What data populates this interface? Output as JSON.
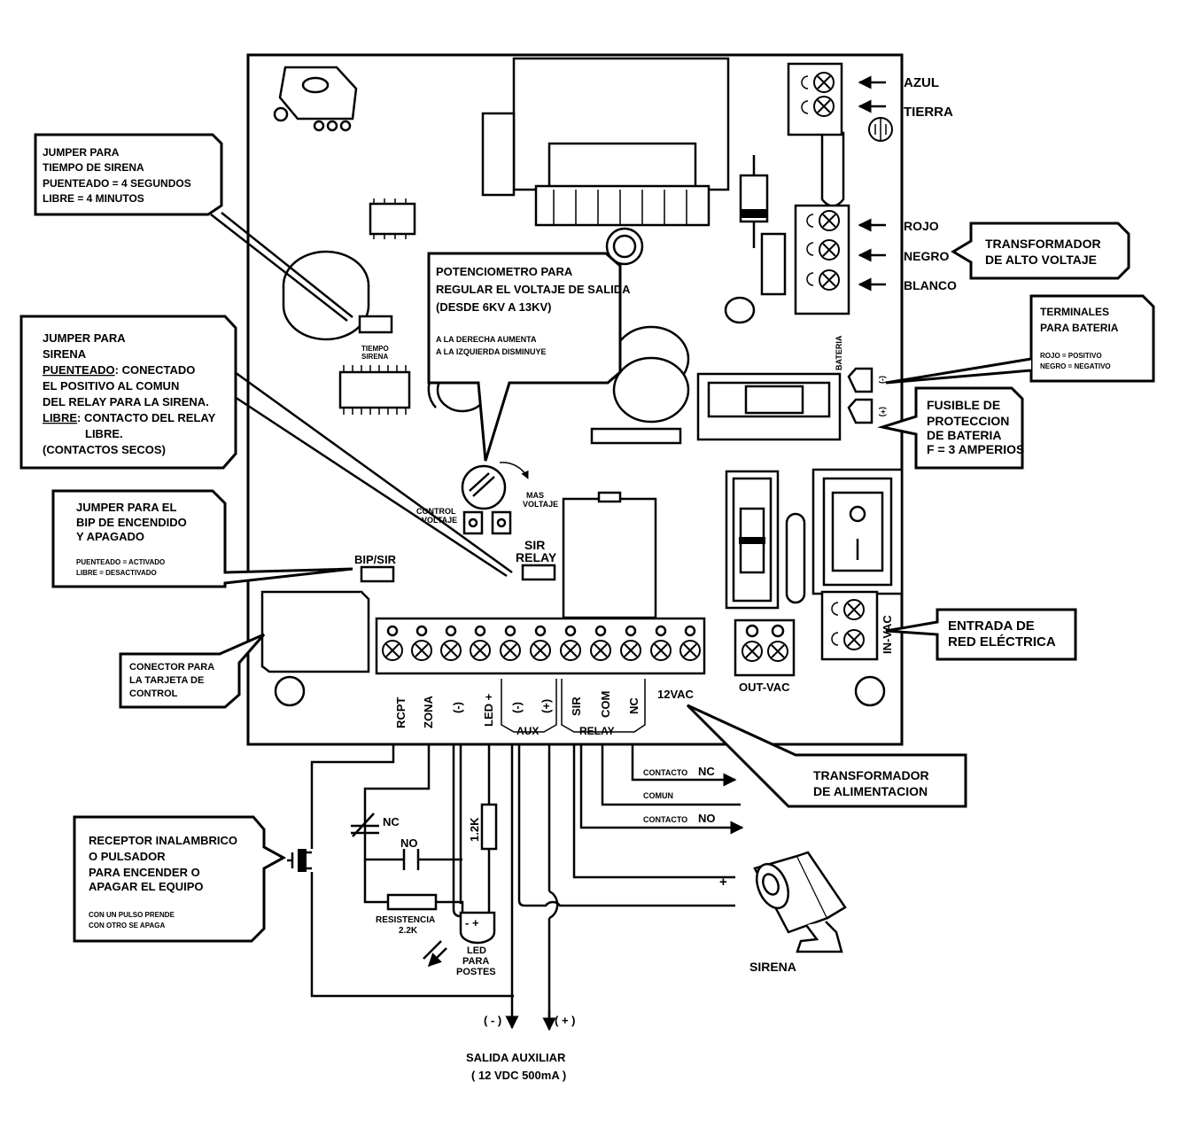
{
  "terminals": {
    "azul": "AZUL",
    "tierra": "TIERRA",
    "rojo": "ROJO",
    "negro": "NEGRO",
    "blanco": "BLANCO",
    "bateria": "BATERIA",
    "bat_neg": "(-)",
    "bat_pos": "(+)",
    "in_vac": "IN-VAC",
    "out_vac": "OUT-VAC",
    "vac12": "12VAC",
    "rcpt": "RCPT",
    "zona": "ZONA",
    "neg": "(-)",
    "led": "LED +",
    "aux_neg": "(-)",
    "aux_pos": "(+)",
    "aux": "AUX",
    "sir": "SIR",
    "com": "COM",
    "nc": "NC",
    "relay": "RELAY"
  },
  "board_labels": {
    "tiempo_sirena": [
      "TIEMPO",
      "SIRENA"
    ],
    "control_voltaje": [
      "CONTROL",
      "VOLTAJE"
    ],
    "mas_voltaje": [
      "MAS",
      "VOLTAJE"
    ],
    "sir_relay": [
      "SIR",
      "RELAY"
    ],
    "bip_sir": "BIP/SIR"
  },
  "callouts": {
    "jumper_tiempo": [
      "JUMPER PARA",
      "TIEMPO DE SIRENA",
      "PUENTEADO =  4 SEGUNDOS",
      "LIBRE          = 4 MINUTOS"
    ],
    "potenciometro": [
      "POTENCIOMETRO PARA",
      "REGULAR EL VOLTAJE DE SALIDA",
      "(DESDE 6KV A 13KV)"
    ],
    "potenciometro_note": [
      "A LA DERECHA  AUMENTA",
      "A LA IZQUIERDA DISMINUYE"
    ],
    "transformador_alto": [
      "TRANSFORMADOR",
      "DE ALTO VOLTAJE"
    ],
    "terminales_bateria": [
      "TERMINALES",
      "PARA BATERIA"
    ],
    "terminales_bateria_note": [
      "ROJO = POSITIVO",
      "NEGRO = NEGATIVO"
    ],
    "jumper_sirena": [
      "JUMPER PARA",
      "SIRENA"
    ],
    "jumper_sirena_puenteado": "PUENTEADO",
    "jumper_sirena_puenteado_rest": ": CONECTADO",
    "jumper_sirena_lines": [
      "EL POSITIVO AL COMUN",
      "DEL RELAY PARA LA SIRENA."
    ],
    "jumper_sirena_libre": "LIBRE",
    "jumper_sirena_libre_rest": ": CONTACTO DEL RELAY",
    "jumper_sirena_tail": [
      "LIBRE.",
      "(CONTACTOS SECOS)"
    ],
    "fusible": [
      "FUSIBLE DE",
      "PROTECCION",
      "DE BATERIA",
      "F = 3 AMPERIOS"
    ],
    "jumper_bip": [
      "JUMPER PARA EL",
      "BIP DE ENCENDIDO",
      "Y APAGADO"
    ],
    "jumper_bip_note": [
      "PUENTEADO = ACTIVADO",
      "LIBRE = DESACTIVADO"
    ],
    "entrada_red": [
      "ENTRADA DE",
      "RED ELÉCTRICA"
    ],
    "conector": [
      "CONECTOR PARA",
      "LA TARJETA DE",
      "CONTROL"
    ],
    "transformador_alim": [
      "TRANSFORMADOR",
      "DE ALIMENTACION"
    ],
    "receptor": [
      "RECEPTOR INALAMBRICO",
      "O PULSADOR",
      "PARA ENCENDER O",
      "APAGAR EL EQUIPO"
    ],
    "receptor_note": [
      "CON UN PULSO PRENDE",
      "CON OTRO SE APAGA"
    ]
  },
  "wiring": {
    "contacto_nc_small": "CONTACTO",
    "contacto_nc_big": "NC",
    "comun": "COMUN",
    "contacto_no_small": "CONTACTO",
    "contacto_no_big": "NO",
    "nc": "NC",
    "no": "NO",
    "r12": "1.2K",
    "resistencia": [
      "RESISTENCIA",
      "2.2K"
    ],
    "led_postes": [
      "LED",
      "PARA",
      "POSTES"
    ],
    "led_pins": "- +",
    "plus": "+",
    "minus": "–",
    "sirena": "SIRENA",
    "aux_neg": "( - )",
    "aux_pos": "( + )",
    "salida": [
      "SALIDA AUXILIAR",
      "( 12 VDC 500mA )"
    ]
  }
}
